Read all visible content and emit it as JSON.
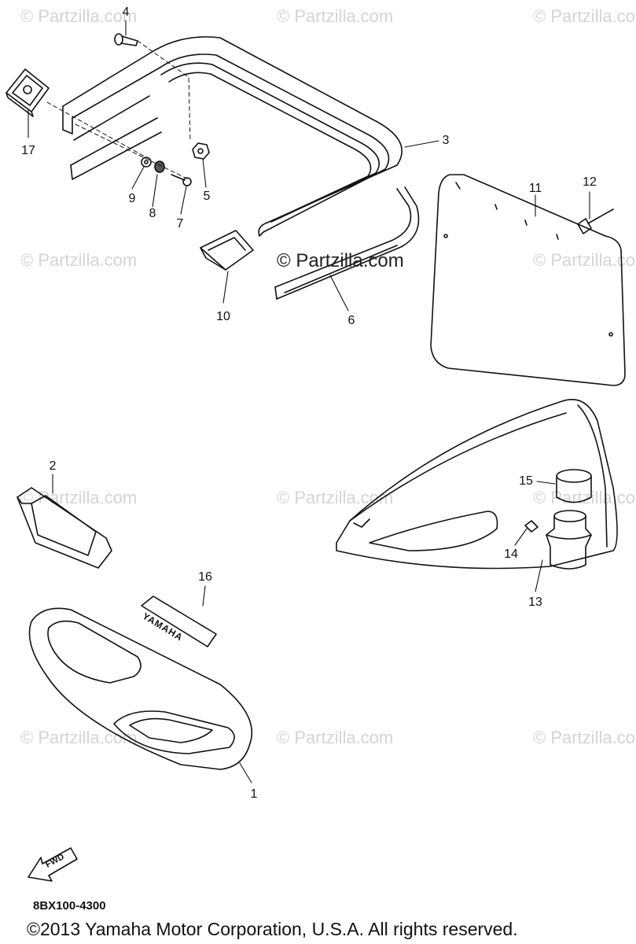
{
  "watermarks": [
    "© Partzilla.com",
    "© Partzilla.com",
    "© Partzilla.com",
    "© Partzilla.com",
    "© Partzilla.com",
    "© Partzilla.com",
    "© Partzilla.com",
    "© Partzilla.com",
    "© Partzilla.com",
    "© Partzilla.com",
    "© Partzilla.com"
  ],
  "center_watermark": "© Partzilla.com",
  "callouts": [
    "4",
    "17",
    "3",
    "9",
    "8",
    "7",
    "5",
    "11",
    "12",
    "10",
    "6",
    "2",
    "15",
    "14",
    "13",
    "16",
    "1"
  ],
  "decal_text": "YAMAHA",
  "fwd_label": "FWD",
  "diagram_code": "8BX100-4300",
  "copyright": "©2013  Yamaha Motor Corporation, U.S.A. All rights reserved."
}
